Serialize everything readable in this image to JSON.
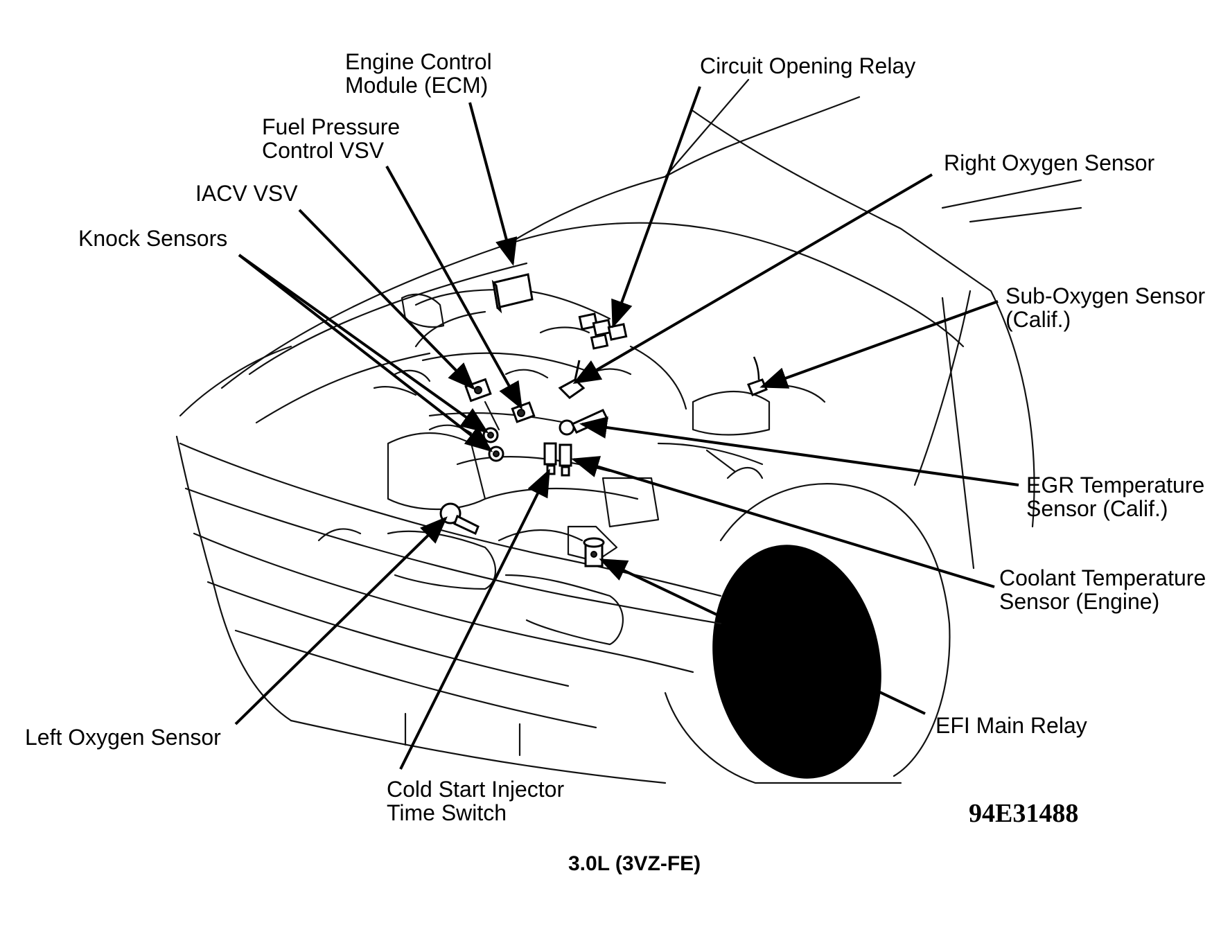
{
  "labels": {
    "engine_control_module": [
      "Engine Control",
      "Module (ECM)"
    ],
    "circuit_opening_relay": [
      "Circuit Opening Relay"
    ],
    "fuel_pressure_control_vsv": [
      "Fuel Pressure",
      "Control VSV"
    ],
    "iacv_vsv": [
      "IACV VSV"
    ],
    "knock_sensors": [
      "Knock Sensors"
    ],
    "right_oxygen_sensor": [
      "Right Oxygen Sensor"
    ],
    "sub_oxygen_sensor": [
      "Sub-Oxygen Sensor",
      "(Calif.)"
    ],
    "egr_temperature_sensor": [
      "EGR Temperature",
      "Sensor (Calif.)"
    ],
    "coolant_temperature_sensor": [
      "Coolant Temperature",
      "Sensor (Engine)"
    ],
    "efi_main_relay": [
      "EFI Main Relay"
    ],
    "left_oxygen_sensor": [
      "Left Oxygen Sensor"
    ],
    "cold_start_injector_time_switch": [
      "Cold Start Injector",
      "Time Switch"
    ]
  },
  "figure_id": "94E31488",
  "caption": "3.0L (3VZ-FE)"
}
